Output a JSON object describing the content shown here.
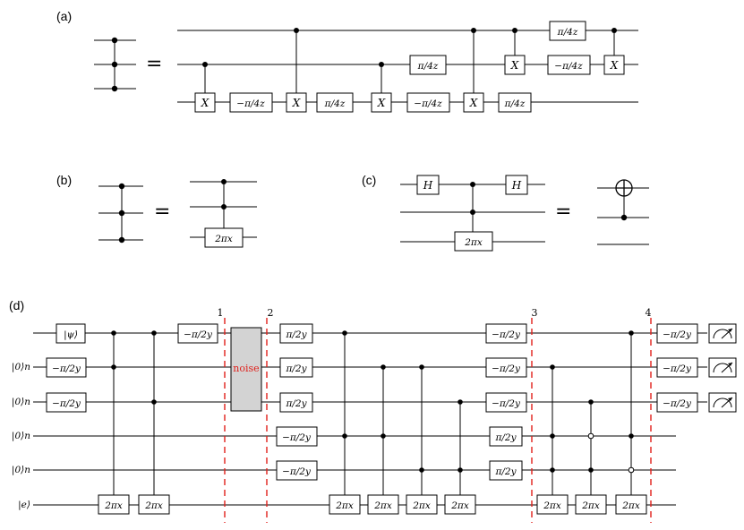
{
  "panels": {
    "a": "(a)",
    "b": "(b)",
    "c": "(c)",
    "d": "(d)"
  },
  "equals": "=",
  "gates": {
    "x": "X",
    "h": "H",
    "neg_pi4z": "−π/4z",
    "pi4z": "π/4z",
    "two_pi_x": "2πx",
    "pi2y": "π/2y",
    "neg_pi2y": "−π/2y",
    "noise": "noise"
  },
  "input_states": {
    "psi": "|ψ⟩",
    "zero_n": "|0⟩n",
    "e": "|e⟩"
  },
  "time_slices": [
    "1",
    "2",
    "3",
    "4"
  ],
  "colors": {
    "slice_line": "#e0201b",
    "noise_fill": "#d3d3d3",
    "noise_text": "#e0201b"
  }
}
